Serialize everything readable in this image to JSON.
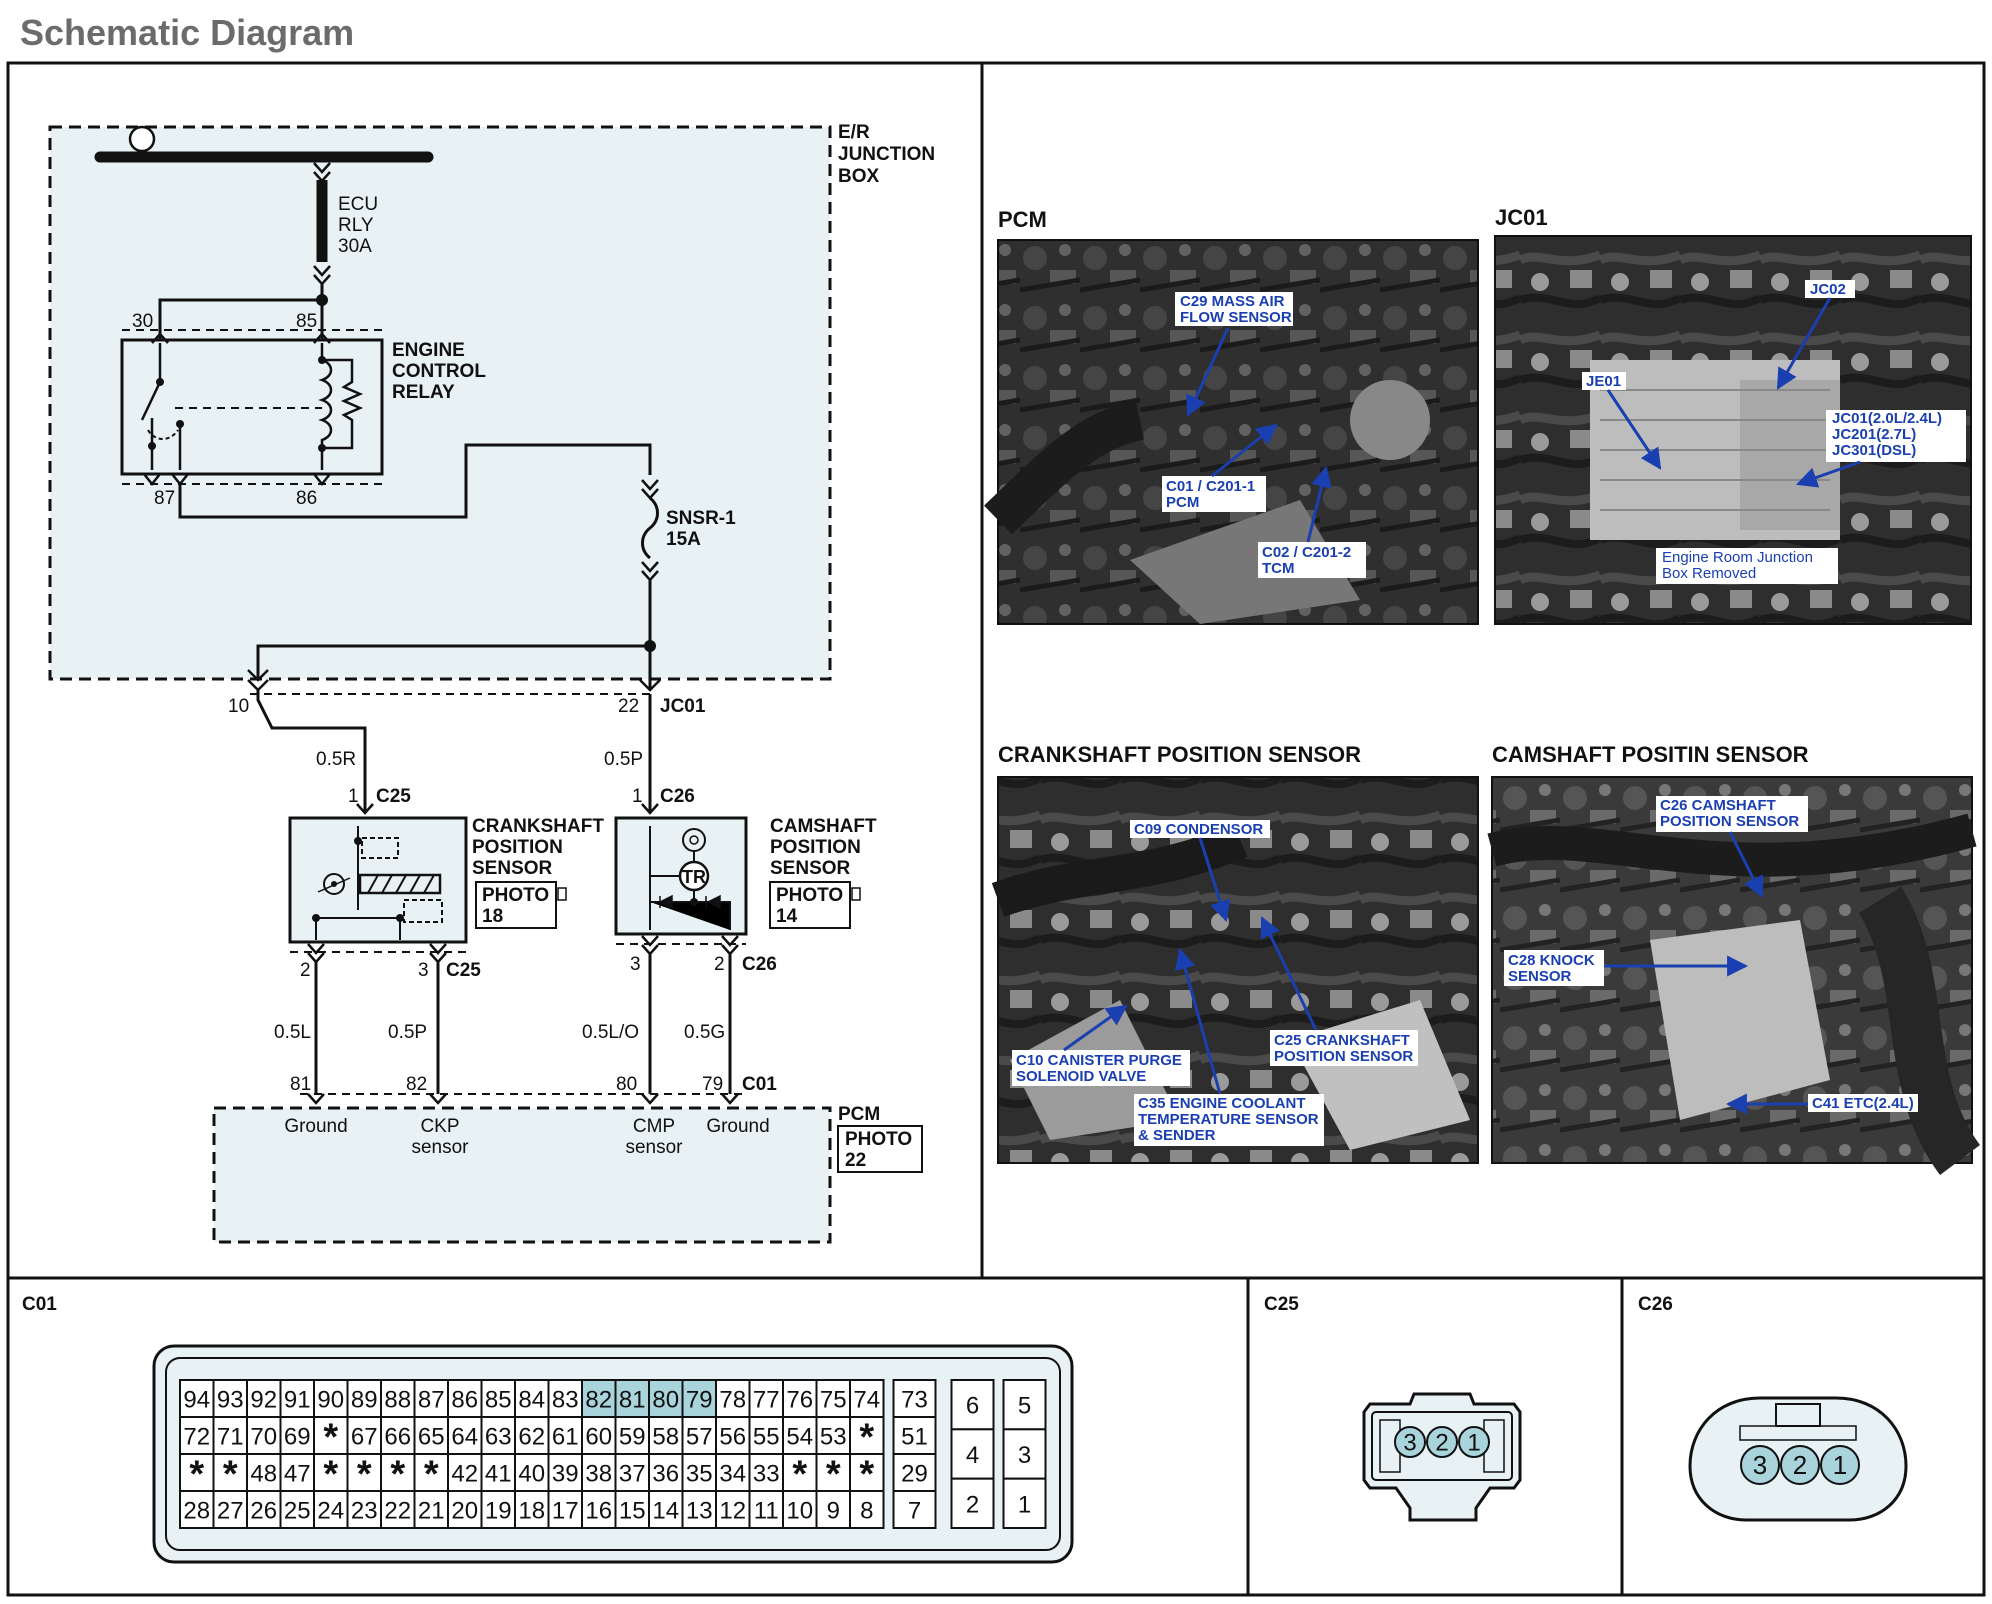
{
  "page_title": "Schematic Diagram",
  "schematic": {
    "er_junction_box": [
      "E/R",
      "JUNCTION",
      "BOX"
    ],
    "ecu_rly": [
      "ECU",
      "RLY",
      "30A"
    ],
    "relay_pins": {
      "p30": "30",
      "p85": "85",
      "p87": "87",
      "p86": "86"
    },
    "relay_label": [
      "ENGINE",
      "CONTROL",
      "RELAY"
    ],
    "snsr": [
      "SNSR-1",
      "15A"
    ],
    "jc01": {
      "pin10": "10",
      "pin22": "22",
      "name": "JC01"
    },
    "wires": {
      "w1": "0.5R",
      "w2": "0.5P",
      "w3": "0.5L",
      "w4": "0.5P",
      "w5": "0.5L/O",
      "w6": "0.5G"
    },
    "ckp": {
      "pin1": "1",
      "conn": "C25",
      "label": [
        "CRANKSHAFT",
        "POSITION",
        "SENSOR"
      ],
      "photo": [
        "PHOTO",
        "18"
      ],
      "pin2": "2",
      "pin3": "3",
      "conn2": "C25"
    },
    "cmp": {
      "pin1": "1",
      "conn": "C26",
      "label": [
        "CAMSHAFT",
        "POSITION",
        "SENSOR"
      ],
      "photo": [
        "PHOTO",
        "14"
      ],
      "pin3": "3",
      "pin2": "2",
      "conn2": "C26",
      "tr": "TR"
    },
    "pcm": {
      "pins": [
        "81",
        "82",
        "80",
        "79"
      ],
      "conn": "C01",
      "name": "PCM",
      "photo": [
        "PHOTO",
        "22"
      ],
      "labels": [
        [
          "Ground"
        ],
        [
          "CKP",
          "sensor"
        ],
        [
          "CMP",
          "sensor"
        ],
        [
          "Ground"
        ]
      ]
    }
  },
  "photos": {
    "pcm": {
      "title": "PCM",
      "callouts": [
        [
          "C29 MASS AIR",
          "FLOW SENSOR"
        ],
        [
          "C01 / C201-1",
          "PCM"
        ],
        [
          "C02 / C201-2",
          "TCM"
        ]
      ]
    },
    "jc01": {
      "title": "JC01",
      "callouts": [
        "JE01",
        "JC02",
        "JC01(2.0L/2.4L)",
        "JC201(2.7L)",
        "JC301(DSL)"
      ],
      "caption": [
        "Engine Room Junction",
        "Box Removed"
      ]
    },
    "crank": {
      "title": "CRANKSHAFT POSITION SENSOR",
      "callouts": [
        [
          "C09 CONDENSOR"
        ],
        [
          "C10 CANISTER PURGE",
          "SOLENOID VALVE"
        ],
        [
          "C25 CRANKSHAFT",
          "POSITION SENSOR"
        ],
        [
          "C35 ENGINE COOLANT",
          "TEMPERATURE SENSOR",
          "& SENDER"
        ]
      ]
    },
    "cam": {
      "title": "CAMSHAFT POSITIN SENSOR",
      "callouts": [
        [
          "C26 CAMSHAFT",
          "POSITION SENSOR"
        ],
        [
          "C28 KNOCK",
          "SENSOR"
        ],
        [
          "C41 ETC(2.4L)"
        ]
      ]
    }
  },
  "connectors": {
    "c01": {
      "title": "C01",
      "rows": [
        [
          "94",
          "93",
          "92",
          "91",
          "90",
          "89",
          "88",
          "87",
          "86",
          "85",
          "84",
          "83",
          "82",
          "81",
          "80",
          "79",
          "78",
          "77",
          "76",
          "75",
          "74"
        ],
        [
          "72",
          "71",
          "70",
          "69",
          "*",
          "67",
          "66",
          "65",
          "64",
          "63",
          "62",
          "61",
          "60",
          "59",
          "58",
          "57",
          "56",
          "55",
          "54",
          "53",
          "*"
        ],
        [
          "*",
          "*",
          "48",
          "47",
          "*",
          "*",
          "*",
          "*",
          "42",
          "41",
          "40",
          "39",
          "38",
          "37",
          "36",
          "35",
          "34",
          "33",
          "*",
          "*",
          "*"
        ],
        [
          "28",
          "27",
          "26",
          "25",
          "24",
          "23",
          "22",
          "21",
          "20",
          "19",
          "18",
          "17",
          "16",
          "15",
          "14",
          "13",
          "12",
          "11",
          "10",
          "9",
          "8"
        ]
      ],
      "highlighted": [
        "82",
        "81",
        "80",
        "79"
      ],
      "col2": [
        "73",
        "51",
        "29",
        "7"
      ],
      "col3": [
        "6",
        "4",
        "2"
      ],
      "col4": [
        "5",
        "3",
        "1"
      ],
      "highlight_color": "#a9d4dc"
    },
    "c25": {
      "title": "C25",
      "pins": [
        "3",
        "2",
        "1"
      ]
    },
    "c26": {
      "title": "C26",
      "pins": [
        "3",
        "2",
        "1"
      ]
    }
  },
  "colors": {
    "junction_fill": "#e8f2f4",
    "pin_fill": "#a9d4dc",
    "callout_text": "#1a3fb0",
    "title_gray": "#6b6b6b"
  }
}
